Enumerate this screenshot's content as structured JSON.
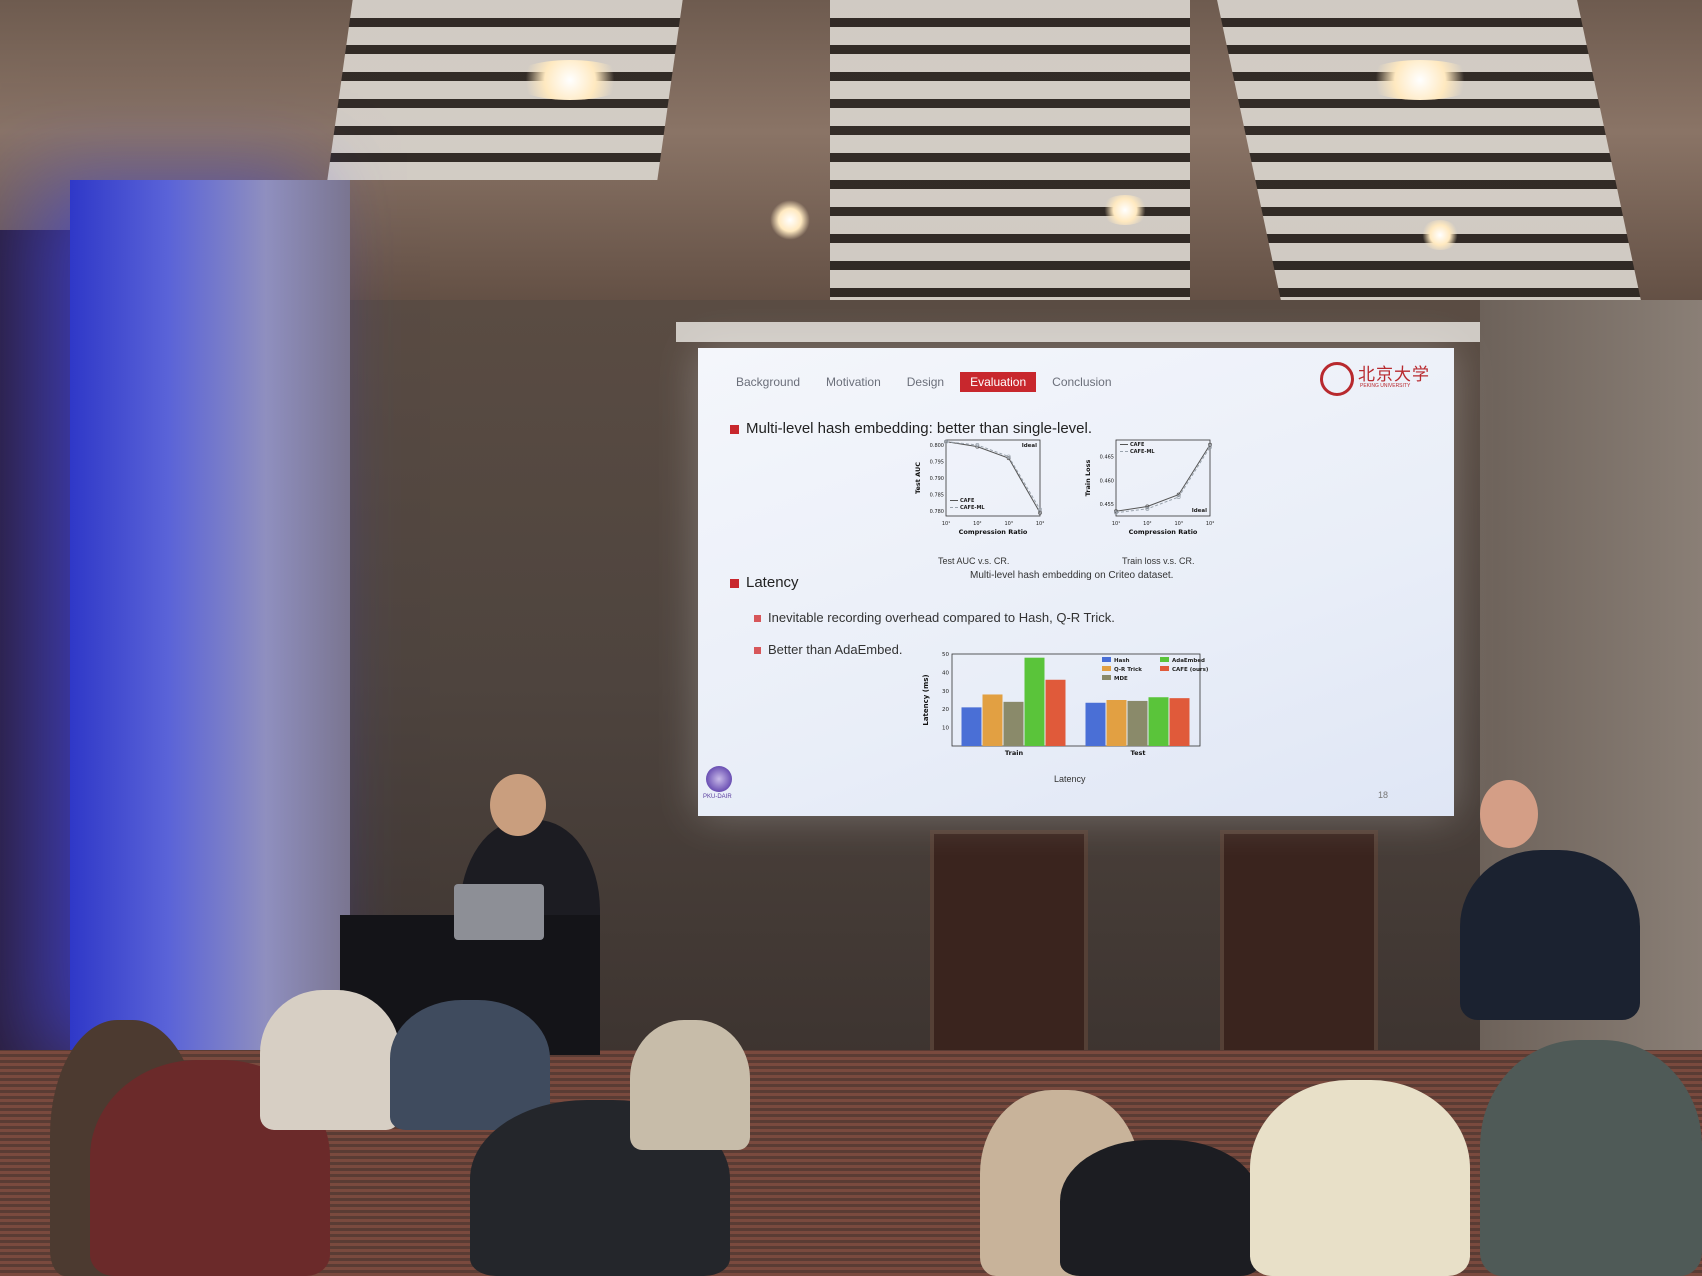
{
  "slide": {
    "nav": {
      "tabs": [
        "Background",
        "Motivation",
        "Design",
        "Evaluation",
        "Conclusion"
      ],
      "active": "Evaluation"
    },
    "logo": {
      "text": "北京大学",
      "subtext": "PEKING UNIVERSITY",
      "lab_text": "PKU-DAIR"
    },
    "bullets": {
      "b1": "Multi-level hash embedding: better than single-level.",
      "b2": "Latency",
      "b2a": "Inevitable recording overhead compared to Hash, Q-R Trick.",
      "b2b": "Better than AdaEmbed."
    },
    "captions": {
      "left_plot": "Test AUC v.s. CR.",
      "right_plot": "Train loss v.s. CR.",
      "figure": "Multi-level hash embedding on Criteo dataset.",
      "bar_chart": "Latency"
    },
    "page_number": "18"
  },
  "chart_data": [
    {
      "type": "line",
      "title": "",
      "xlabel": "Compression Ratio",
      "ylabel": "Test AUC",
      "x": [
        "10¹",
        "10²",
        "10³",
        "10⁴"
      ],
      "xscale": "log",
      "xlim": [
        10,
        10000
      ],
      "ylim": [
        0.7785,
        0.8015
      ],
      "yticks": [
        "0.800",
        "0.795",
        "0.790",
        "0.785",
        "0.780"
      ],
      "annotation": "Ideal",
      "legend": "bottom-left",
      "series": [
        {
          "name": "CAFE",
          "values": [
            0.801,
            0.7995,
            0.796,
            0.7795
          ]
        },
        {
          "name": "CAFE-ML",
          "values": [
            0.801,
            0.8,
            0.7965,
            0.7805
          ]
        }
      ]
    },
    {
      "type": "line",
      "title": "",
      "xlabel": "Compression Ratio",
      "ylabel": "Train Loss",
      "x": [
        "10¹",
        "10²",
        "10³",
        "10⁴"
      ],
      "xscale": "log",
      "xlim": [
        10,
        10000
      ],
      "ylim": [
        0.4525,
        0.4685
      ],
      "yticks": [
        "0.465",
        "0.460",
        "0.455"
      ],
      "annotation": "Ideal",
      "legend": "top-left",
      "series": [
        {
          "name": "CAFE",
          "values": [
            0.4535,
            0.4545,
            0.457,
            0.4675
          ]
        },
        {
          "name": "CAFE-ML",
          "values": [
            0.4532,
            0.454,
            0.4565,
            0.467
          ]
        }
      ]
    },
    {
      "type": "bar",
      "title": "",
      "xlabel": "",
      "ylabel": "Latency (ms)",
      "categories": [
        "Train",
        "Test"
      ],
      "ylim": [
        0,
        50
      ],
      "yticks": [
        "10",
        "20",
        "30",
        "40",
        "50"
      ],
      "legend": "top-right",
      "series": [
        {
          "name": "Hash",
          "color": "#4a6fd6",
          "values": [
            21,
            23.5
          ]
        },
        {
          "name": "Q-R Trick",
          "color": "#e2a042",
          "values": [
            28,
            25
          ]
        },
        {
          "name": "MDE",
          "color": "#8a8a6a",
          "values": [
            24,
            24.5
          ]
        },
        {
          "name": "AdaEmbed",
          "color": "#5ac43a",
          "values": [
            48,
            26.5
          ]
        },
        {
          "name": "CAFE (ours)",
          "color": "#e05a3a",
          "values": [
            36,
            26
          ]
        }
      ]
    }
  ]
}
